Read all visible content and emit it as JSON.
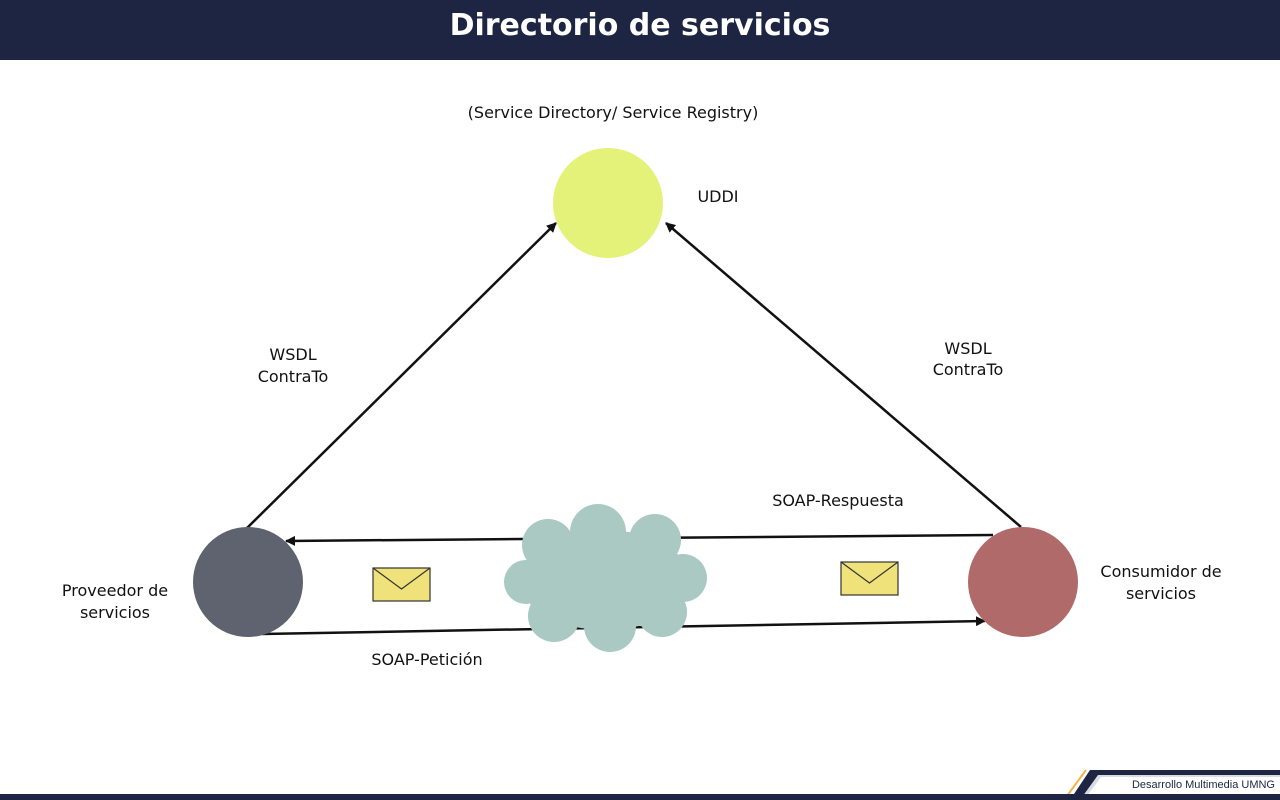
{
  "header": {
    "title": "Directorio de servicios"
  },
  "registry": {
    "caption": "(Service Directory/ Service Registry)",
    "label": "UDDI",
    "color": "#e4f27a"
  },
  "provider": {
    "label_line1": "Proveedor de",
    "label_line2": "servicios",
    "color": "#5f636f"
  },
  "consumer": {
    "label_line1": "Consumidor de",
    "label_line2": "servicios",
    "color": "#b06a6a"
  },
  "edges": {
    "left_line1": "WSDL",
    "left_line2": "ContraTo",
    "right_line1": "WSDL",
    "right_line2": "ContraTo",
    "response": "SOAP-Respuesta",
    "request": "SOAP-Petición"
  },
  "network": {
    "color": "#a9c9c2"
  },
  "envelope": {
    "color": "#f0e27a"
  },
  "footer": {
    "text": "Desarrollo Multimedia UMNG"
  }
}
